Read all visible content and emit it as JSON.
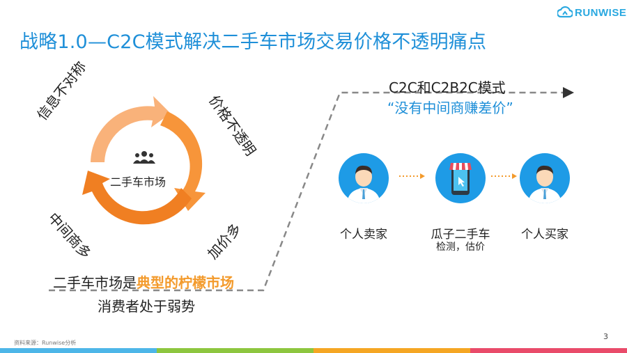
{
  "logo": {
    "text": "RUNWISE",
    "icon": "cloud-logo-icon",
    "color": "#29a8e0"
  },
  "title": "战略1.0—C2C模式解决二手车市场交易价格不透明痛点",
  "cycle": {
    "center_label": "二手车市场",
    "center_icon": "people-icon",
    "labels": {
      "top_left": "信息不对称",
      "top_right": "价格不透明",
      "bottom_left": "中间商多",
      "bottom_right": "加价多"
    },
    "colors": {
      "light": "#f9b27a",
      "mid": "#f7953a",
      "dark": "#f07f22"
    }
  },
  "lemon": {
    "prefix": "二手车市场是",
    "highlight": "典型的柠檬市场",
    "line2": "消费者处于弱势"
  },
  "model": {
    "title": "C2C和C2B2C模式",
    "subtitle": "“没有中间商赚差价”"
  },
  "parties": [
    {
      "label": "个人卖家",
      "sub": "",
      "icon": "person-icon"
    },
    {
      "label": "瓜子二手车",
      "sub": "检测，估价",
      "icon": "phone-store-icon"
    },
    {
      "label": "个人买家",
      "sub": "",
      "icon": "person-icon"
    }
  ],
  "page_number": "3",
  "source": "资料来源：Runwise分析",
  "colors": {
    "title": "#1e8fd8",
    "accent": "#f39a2b",
    "circle": "#1e9be6",
    "bottom_bar": [
      "#4db6e8",
      "#8dc63f",
      "#f5a623",
      "#e94b6a"
    ]
  }
}
